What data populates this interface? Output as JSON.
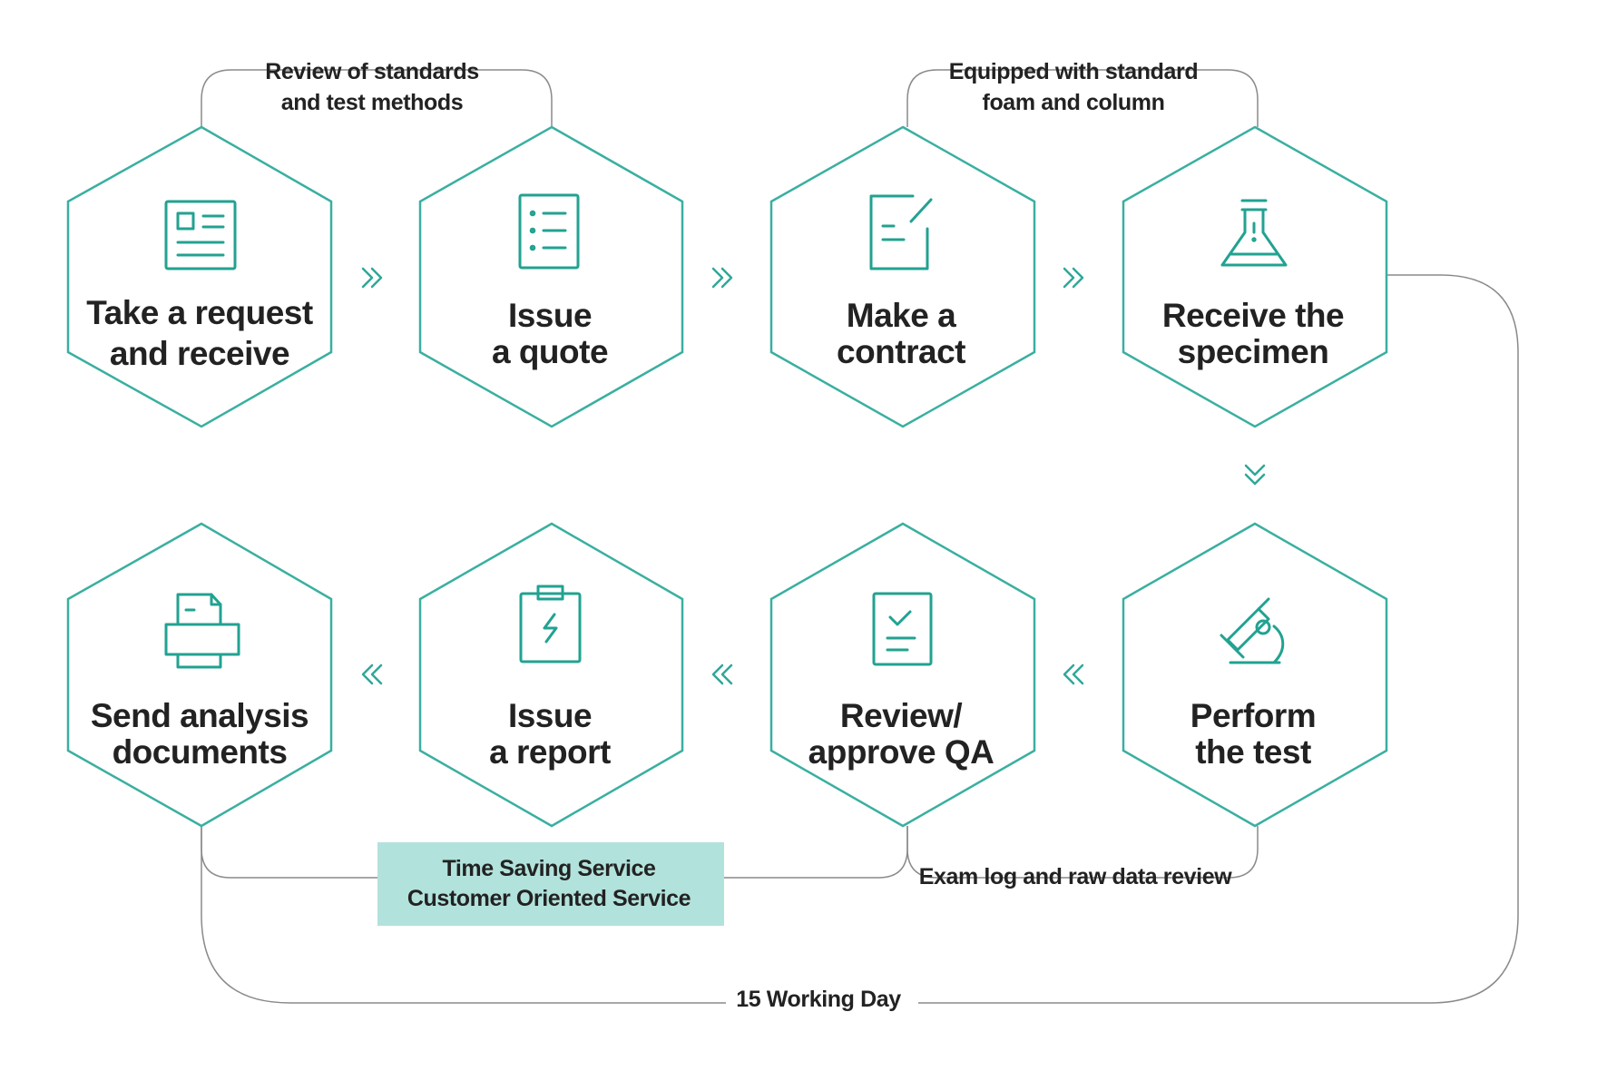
{
  "colors": {
    "accent": "#3aafa0",
    "icon": "#22a291",
    "connector": "#8a8a8a",
    "highlight_box": "#b2e2dc",
    "text": "#222222"
  },
  "steps": [
    {
      "id": "request",
      "lines": [
        "Take a request",
        "and receive"
      ],
      "icon": "request-form-icon"
    },
    {
      "id": "quote",
      "lines": [
        "Issue",
        "a quote"
      ],
      "icon": "checklist-icon"
    },
    {
      "id": "contract",
      "lines": [
        "Make a",
        "contract"
      ],
      "icon": "contract-sign-icon"
    },
    {
      "id": "specimen",
      "lines": [
        "Receive the",
        "specimen"
      ],
      "icon": "flask-icon"
    },
    {
      "id": "test",
      "lines": [
        "Perform",
        "the test"
      ],
      "icon": "microscope-icon"
    },
    {
      "id": "qa",
      "lines": [
        "Review/",
        "approve QA"
      ],
      "icon": "approval-document-icon"
    },
    {
      "id": "report",
      "lines": [
        "Issue",
        "a report"
      ],
      "icon": "clipboard-report-icon"
    },
    {
      "id": "send",
      "lines": [
        "Send analysis",
        "documents"
      ],
      "icon": "printer-icon"
    }
  ],
  "notes": {
    "review_standards": [
      "Review of standards",
      "and test methods"
    ],
    "equipped": [
      "Equipped with standard",
      "foam and column"
    ],
    "exam_log": "Exam log and raw data review",
    "service": [
      "Time Saving Service",
      "Customer Oriented Service"
    ],
    "duration": "15 Working Day"
  },
  "flow_arrows": [
    "chevron-right-icon",
    "chevron-right-icon",
    "chevron-right-icon",
    "chevron-down-icon",
    "chevron-left-icon",
    "chevron-left-icon",
    "chevron-left-icon"
  ]
}
